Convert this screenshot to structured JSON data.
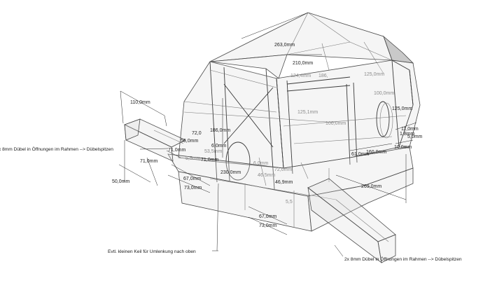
{
  "notes": {
    "dowel_left": "x 8mm Dübel in Öffnungen im Rahmen --> Dübelspitzen",
    "dowel_right": "2x 8mm Dübel in Öffnungen im Rahmen --> Dübelspitzen",
    "wedge": "Evtl. kleinen Keil für Umlenkung nach oben"
  },
  "dims": {
    "d263": "263,0mm",
    "d210": "210,0mm",
    "d124": "124,4mm",
    "d186top": "186,",
    "d125a": "125,0mm",
    "d100a": "100,0mm",
    "d125b": "125,0mm",
    "d125_1": "125,1mm",
    "d100b": "100,0mm",
    "d110": "110,0mm",
    "d186": "186,0mm",
    "d72a": "72,0",
    "d56": "56,0mm",
    "d6": "6,0mm",
    "d53": "53,5mm",
    "d71a": "71,0mm",
    "d71b": "71,0mm",
    "d55a": "5,5mm",
    "d71c": "71,0mm",
    "d230": "230,0mm",
    "d50": "50,0mm",
    "d67a": "67,0mm",
    "d73a": "73,0mm",
    "d60": "6,0mm",
    "d72b": "72,0mm",
    "d46a": "46,5mm",
    "d46b": "46,9mm",
    "d61": "61,0mm",
    "d160": "160,0mm",
    "d11": "11,0mm",
    "d18": "1,8mm",
    "d10": "10,0mm",
    "d50b": "5,0mm",
    "d269": "269,0mm",
    "d55b": "5,5",
    "d67b": "67,0mm",
    "d73b": "73,0mm"
  }
}
